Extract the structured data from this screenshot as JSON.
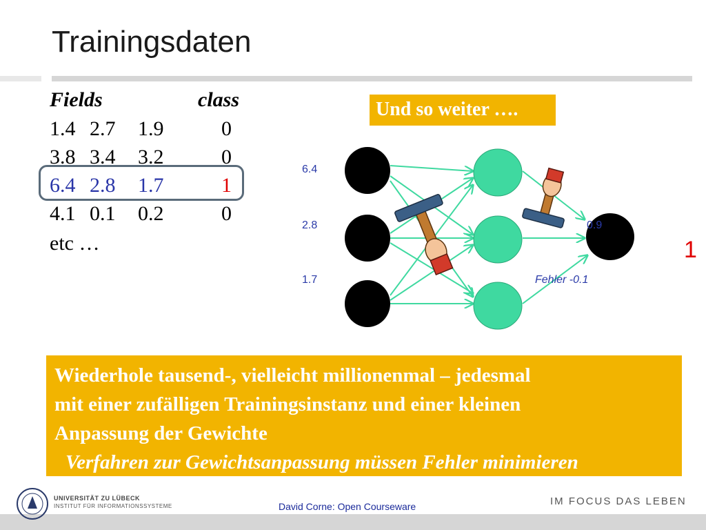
{
  "slide": {
    "title": "Trainingsdaten"
  },
  "table": {
    "header_fields": "Fields",
    "header_class": "class",
    "rows": [
      {
        "f1": "1.4",
        "f2": "2.7",
        "f3": "1.9",
        "cls": "0"
      },
      {
        "f1": "3.8",
        "f2": "3.4",
        "f3": "3.2",
        "cls": "0"
      },
      {
        "f1": "6.4",
        "f2": "2.8",
        "f3": "1.7",
        "cls": "1"
      },
      {
        "f1": "4.1",
        "f2": "0.1",
        "f3": "0.2",
        "cls": "0"
      }
    ],
    "etc": "etc …"
  },
  "network": {
    "callout": "Und so weiter ….",
    "input_values": [
      "6.4",
      "2.8",
      "1.7"
    ],
    "output_value": "0.9",
    "error_label": "Fehler -0.1",
    "target": "1"
  },
  "bottom_callout": {
    "line1": "Wiederhole tausend-, vielleicht millionenmal – jedesmal",
    "line2": "mit einer zufälligen Trainingsinstanz und einer kleinen",
    "line3": "Anpassung der Gewichte",
    "line4": "Verfahren zur Gewichtsanpassung müssen Fehler minimieren"
  },
  "footer": {
    "university": "UNIVERSITÄT ZU LÜBECK",
    "institute": "INSTITUT FÜR INFORMATIONSSYSTEME",
    "credit": "David Corne: Open Courseware",
    "slogan": "IM FOCUS DAS LEBEN"
  },
  "colors": {
    "callout": "#f2b400",
    "highlight_row": "#2a36a8",
    "target_red": "#e00000",
    "node_black": "#000000",
    "node_green": "#3fd9a0",
    "arrow": "#3fd9a0"
  }
}
